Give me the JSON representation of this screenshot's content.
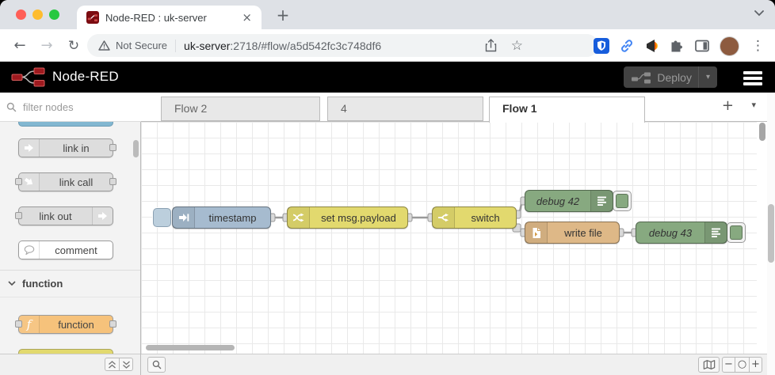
{
  "browser": {
    "tab_title": "Node-RED : uk-server",
    "security_label": "Not Secure",
    "url_host": "uk-server",
    "url_rest": ":2718/#flow/a5d542fc3c748df6"
  },
  "header": {
    "title": "Node-RED",
    "deploy_label": "Deploy"
  },
  "palette": {
    "filter_placeholder": "filter nodes",
    "category_label": "function",
    "items": [
      {
        "label": "link in"
      },
      {
        "label": "link call"
      },
      {
        "label": "link out"
      },
      {
        "label": "comment"
      },
      {
        "label": "function"
      }
    ]
  },
  "workspace": {
    "tabs": [
      {
        "label": "Flow 2"
      },
      {
        "label": "4"
      },
      {
        "label": "Flow 1"
      }
    ],
    "nodes": [
      {
        "label": "timestamp",
        "type": "inject"
      },
      {
        "label": "set msg.payload",
        "type": "change"
      },
      {
        "label": "switch",
        "type": "switch"
      },
      {
        "label": "debug 42",
        "type": "debug"
      },
      {
        "label": "write file",
        "type": "file"
      },
      {
        "label": "debug 43",
        "type": "debug"
      }
    ]
  },
  "icons": {
    "back": "←",
    "forward": "→",
    "reload": "↻",
    "star": "☆",
    "overflow_dots": "⋮",
    "close": "×",
    "new_tab": "+",
    "caret_down": "▾",
    "plus": "+",
    "minus": "−",
    "zoom_reset": "○"
  },
  "colors": {
    "inject_blue": "#a6bbcf",
    "function_yellow": "#e2d96e",
    "debug_green": "#87a980",
    "file_tan": "#deb887",
    "function_orange": "#f6c27b",
    "link_gray": "#dddddd",
    "node_red_brand": "#9e1a1f",
    "bitwarden_blue": "#175ddc"
  }
}
